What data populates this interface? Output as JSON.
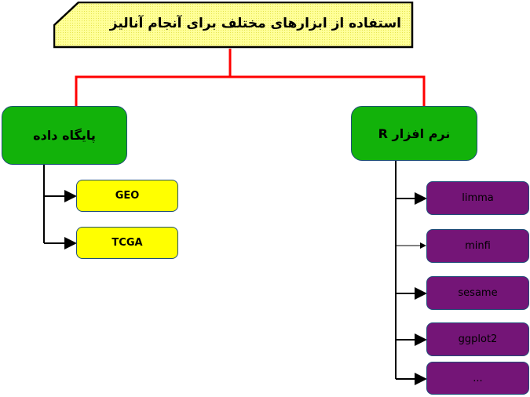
{
  "title": "استفاده از ابزارهای مختلف برای آنجام آنالیز",
  "branches": {
    "database": {
      "label": "پایگاه داده",
      "items": [
        "GEO",
        "TCGA"
      ]
    },
    "software": {
      "label": "نرم افزار R",
      "items": [
        "limma",
        "minfi",
        "sesame",
        "ggplot2",
        "..."
      ]
    }
  },
  "colors": {
    "title_bg": "#ffff99",
    "connector_top": "#ff0000",
    "branch": "#12b20a",
    "database_item": "#ffff00",
    "software_item": "#741577"
  }
}
